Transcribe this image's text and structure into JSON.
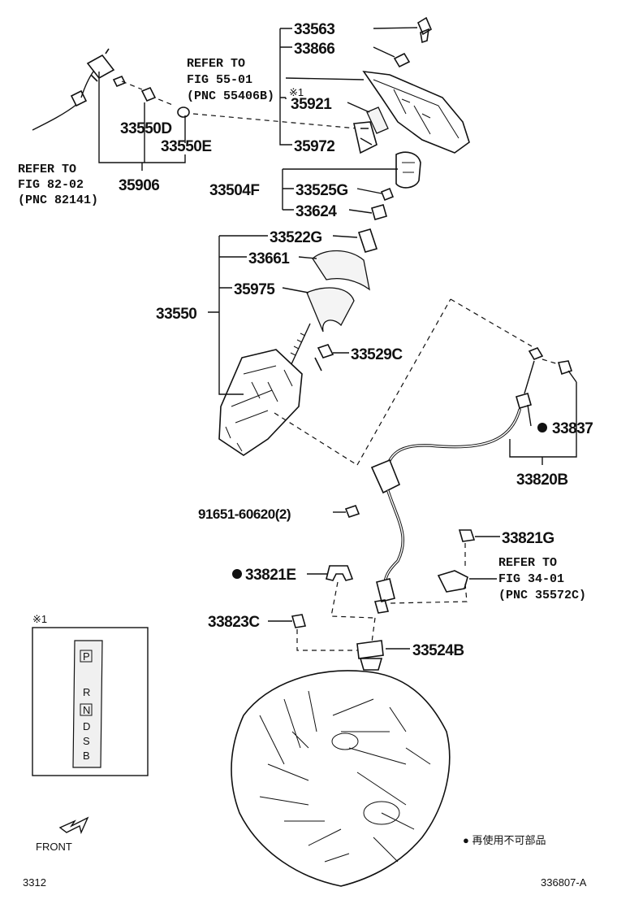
{
  "part_numbers": {
    "p33563": "33563",
    "p33866": "33866",
    "p35921": "35921",
    "p35972": "35972",
    "p33504F": "33504F",
    "p33525G": "33525G",
    "p33624": "33624",
    "p33522G": "33522G",
    "p33661": "33661",
    "p35975": "35975",
    "p33550": "33550",
    "p33529C": "33529C",
    "p33837": "33837",
    "p33820B": "33820B",
    "p91651": "91651-60620(2)",
    "p33821G": "33821G",
    "p33821E": "33821E",
    "p33823C": "33823C",
    "p33524B": "33524B",
    "p33550D": "33550D",
    "p33550E": "33550E",
    "p35906": "35906"
  },
  "references": {
    "fig55": {
      "l1": "REFER TO",
      "l2": "FIG 55-01",
      "l3": "(PNC 55406B)",
      "mark": "※1"
    },
    "fig82": {
      "l1": "REFER TO",
      "l2": "FIG 82-02",
      "l3": "(PNC 82141)"
    },
    "fig34": {
      "l1": "REFER TO",
      "l2": "FIG 34-01",
      "l3": "(PNC 35572C)"
    }
  },
  "inset": {
    "mark": "※1",
    "gears": [
      "P",
      "R",
      "N",
      "D",
      "S",
      "B"
    ]
  },
  "front_label": "FRONT",
  "legend": "● 再使用不可部品",
  "page_code": "3312",
  "figure_code": "336807-A"
}
